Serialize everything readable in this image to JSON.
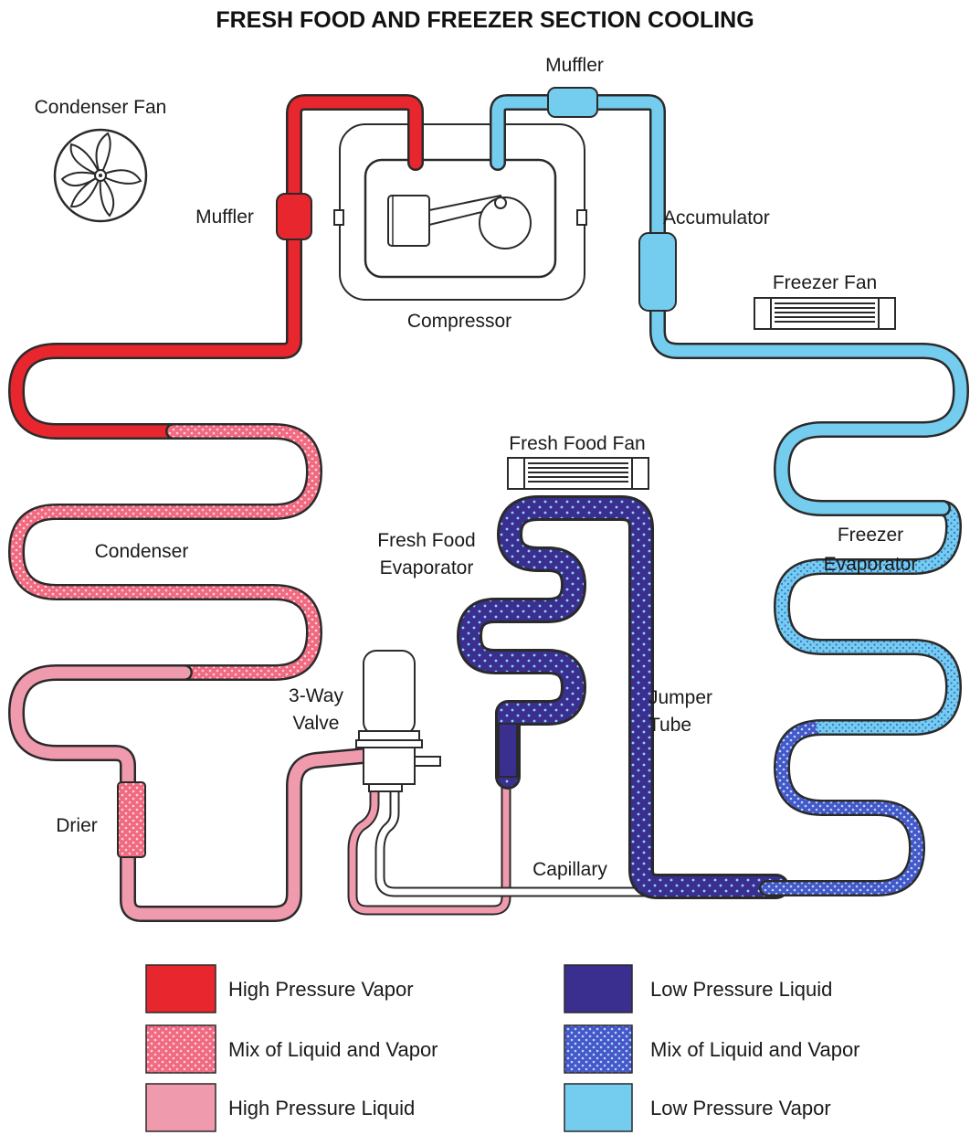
{
  "title": "FRESH FOOD AND FREEZER SECTION COOLING",
  "labels": {
    "muffler_top": "Muffler",
    "condenser_fan": "Condenser Fan",
    "muffler_left": "Muffler",
    "accumulator": "Accumulator",
    "freezer_fan": "Freezer Fan",
    "compressor": "Compressor",
    "fresh_food_fan": "Fresh Food Fan",
    "fresh_food_evaporator_1": "Fresh Food",
    "fresh_food_evaporator_2": "Evaporator",
    "condenser": "Condenser",
    "freezer_evaporator_1": "Freezer",
    "freezer_evaporator_2": "Evaporator",
    "three_way_valve_1": "3-Way",
    "three_way_valve_2": "Valve",
    "jumper_tube_1": "Jumper",
    "jumper_tube_2": "Tube",
    "drier": "Drier",
    "capillary": "Capillary"
  },
  "legend": [
    {
      "label": "High Pressure Vapor",
      "color": "#e8262e",
      "pattern": "solid"
    },
    {
      "label": "Mix of Liquid and Vapor",
      "color": "#f06a80",
      "pattern": "dotted"
    },
    {
      "label": "High Pressure Liquid",
      "color": "#f09aae",
      "pattern": "solid"
    },
    {
      "label": "Low Pressure Liquid",
      "color": "#3a2f8f",
      "pattern": "solid"
    },
    {
      "label": "Mix of Liquid and Vapor",
      "color": "#4a56c8",
      "pattern": "dotted"
    },
    {
      "label": "Low Pressure Vapor",
      "color": "#74cdee",
      "pattern": "solid"
    }
  ],
  "colors": {
    "high_pressure_vapor": "#e8262e",
    "high_mix": "#f06a80",
    "high_pressure_liquid": "#f09aae",
    "low_pressure_liquid": "#3a2f8f",
    "low_mix": "#4a56c8",
    "low_pressure_vapor": "#74cdee",
    "outline": "#2a2a2a"
  }
}
